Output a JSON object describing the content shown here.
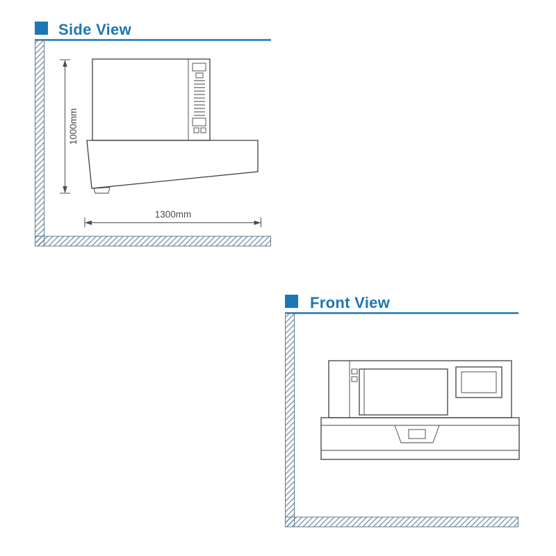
{
  "colors": {
    "accent": "#1d76b5",
    "hatch": "#5b7b94",
    "line": "#3f3f3f",
    "dim": "#4d4d4d"
  },
  "side_view": {
    "title": "Side View",
    "marker_icon": "square-bullet-icon",
    "dimensions": {
      "height": "1000mm",
      "width": "1300mm"
    }
  },
  "front_view": {
    "title": "Front View",
    "marker_icon": "square-bullet-icon"
  }
}
